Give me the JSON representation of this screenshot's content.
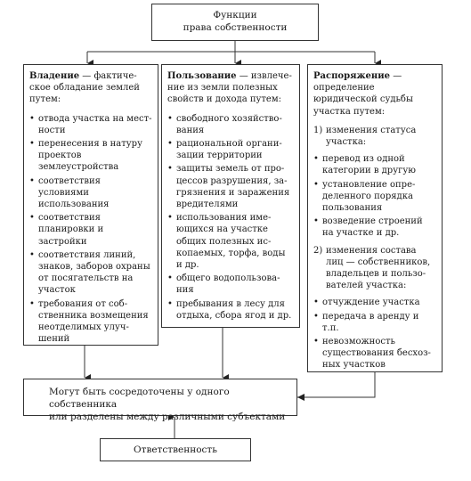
{
  "top": {
    "line1": "Функции",
    "line2": "права собственности"
  },
  "columns": [
    {
      "title": "Владение",
      "intro": " — фактиче­ское обладание землей путем:",
      "items": [
        "отвода участка на мест­ности",
        "перенесения в натуру проектов землеустройства",
        "соответствия условиями использования",
        "соответствия планировки и застройки",
        "соответствия линий, знаков, заборов охраны от посяга­тельств на участок",
        "требования от соб­ственника возмещения неотделимых улуч­шений"
      ]
    },
    {
      "title": "Пользование",
      "intro": " — извлече­ние из земли полезных свойств и дохода путем:",
      "items": [
        "свободного хозяйство­вания",
        "рациональной органи­зации территории",
        "защиты земель от про­цессов разрушения, за­грязнения и заражения вредителями",
        "использования име­ющихся на участке общих полезных ис­копаемых, торфа, воды и др.",
        "общего водопользова­ния",
        "пребывания в лесу для отдыха, сбора ягод и др."
      ]
    },
    {
      "title": "Распоряжение",
      "intro": " — определение юридической судьбы участка путем:",
      "groups": [
        {
          "num": "1)",
          "label": "изменения статуса участка:",
          "items": [
            "перевод из одной категории в другую",
            "установление опре­деленного порядка пользования",
            "возведение строений на участке и др."
          ]
        },
        {
          "num": "2)",
          "label": "изменения состава лиц — собственников, владельцев и пользо­вателей участка:",
          "items": [
            "отчуждение участка",
            "передача в аренду и т.п.",
            "невозможность существования бесхоз­ных участков"
          ]
        }
      ]
    }
  ],
  "bottom": {
    "line1": "Могут быть сосредоточены у одного собственника",
    "line2": "или разделены между различными субъектами"
  },
  "responsibility": "Ответственность"
}
